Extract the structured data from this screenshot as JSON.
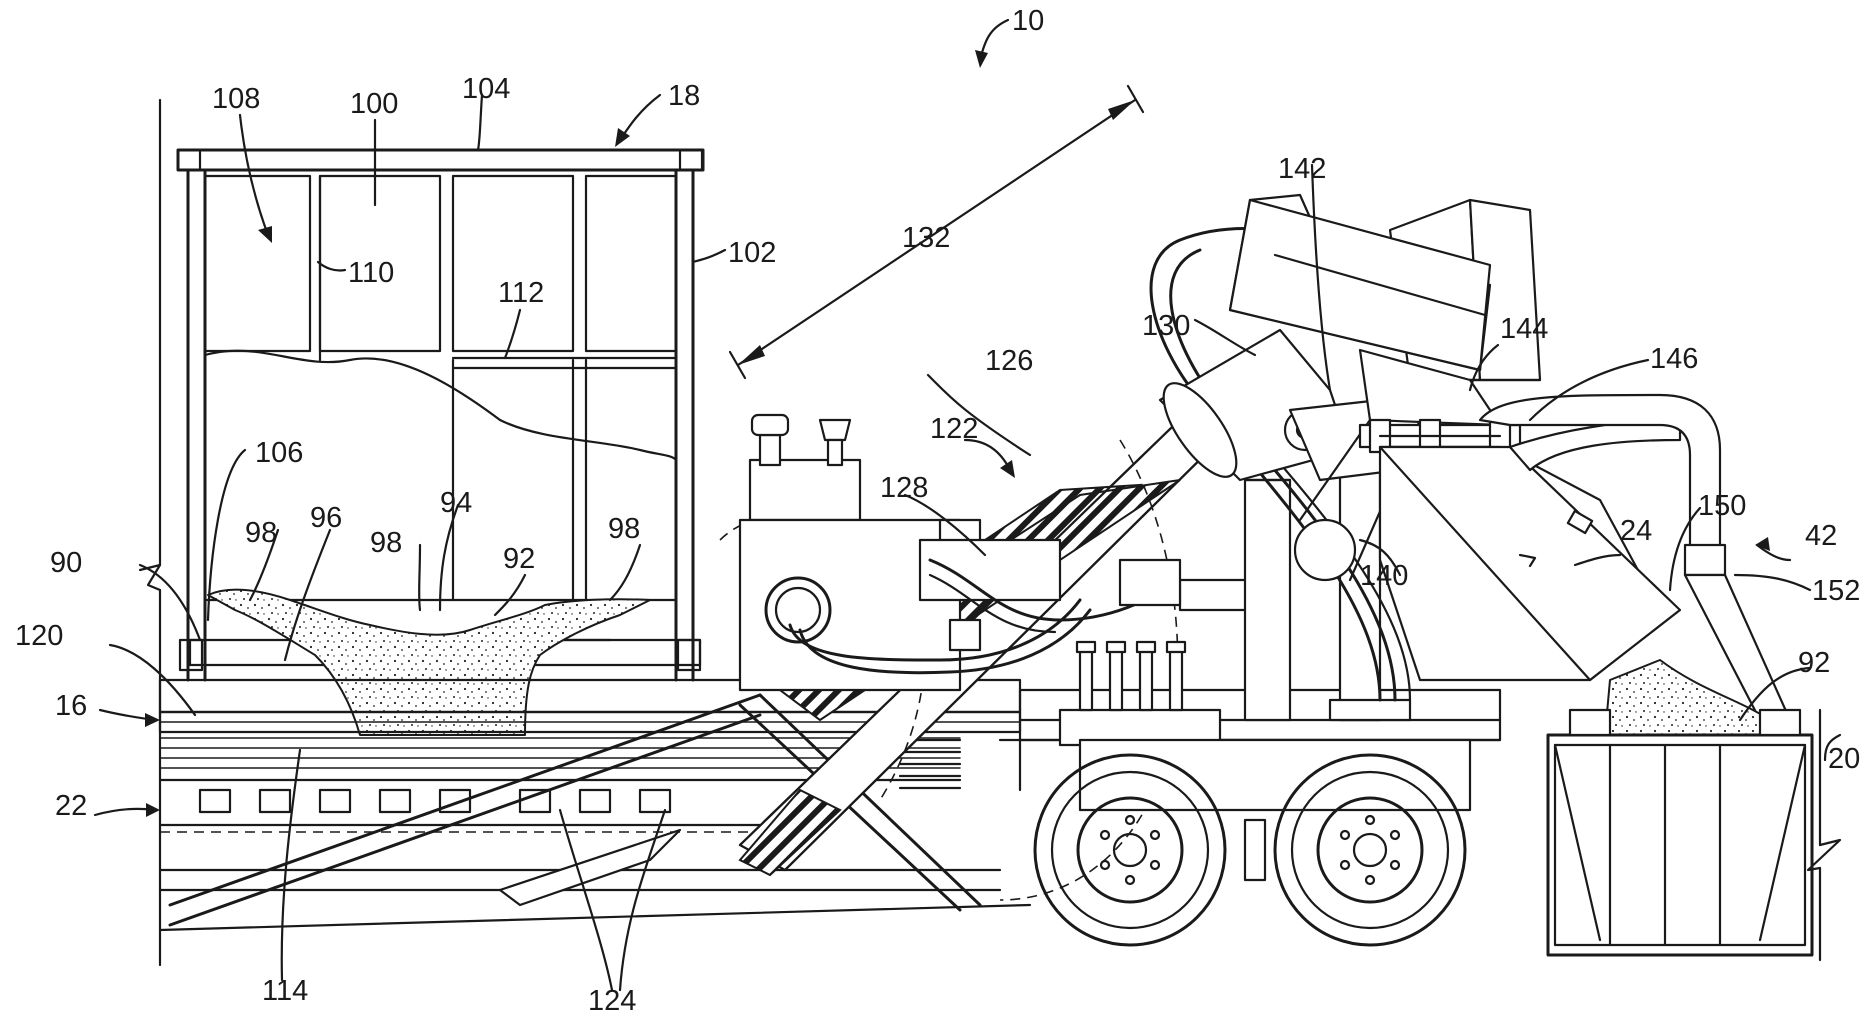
{
  "figure": {
    "reference_numeral": "10",
    "labels": {
      "l16": "16",
      "l18": "18",
      "l20": "20",
      "l22": "22",
      "l24": "24",
      "l42": "42",
      "l90": "90",
      "l92a": "92",
      "l92b": "92",
      "l94": "94",
      "l96": "96",
      "l98a": "98",
      "l98b": "98",
      "l98c": "98",
      "l100": "100",
      "l102": "102",
      "l104": "104",
      "l106": "106",
      "l108": "108",
      "l110": "110",
      "l112": "112",
      "l114": "114",
      "l120": "120",
      "l122": "122",
      "l124": "124",
      "l126": "126",
      "l128": "128",
      "l130": "130",
      "l132": "132",
      "l140": "140",
      "l142": "142",
      "l144": "144",
      "l146": "146",
      "l150": "150",
      "l152": "152"
    }
  }
}
